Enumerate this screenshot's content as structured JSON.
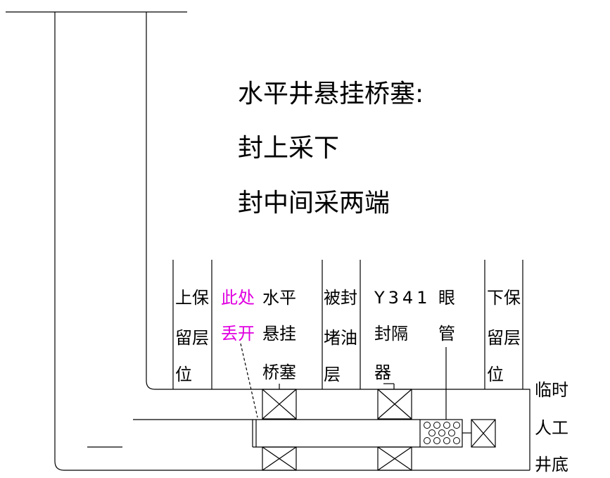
{
  "title": {
    "line1": "水平井悬挂桥塞:",
    "line2": "封上采下",
    "line3": "封中间采两端"
  },
  "columns": {
    "upper_layer": [
      "上保",
      "留层",
      "位"
    ],
    "drop_here": [
      "此处",
      "丢开"
    ],
    "bridge_plug": [
      "水平",
      "悬挂",
      "桥塞"
    ],
    "sealed_layer": [
      "被封",
      "堵油",
      "层"
    ],
    "packer": [
      "Y341",
      "封隔",
      "器"
    ],
    "screen_pipe": [
      "眼",
      "管"
    ],
    "lower_layer": [
      "下保",
      "留层",
      "位"
    ]
  },
  "bottom_label": [
    "临时",
    "人工",
    "井底"
  ],
  "colors": {
    "line": "#000000",
    "highlight": "#e000e0"
  }
}
